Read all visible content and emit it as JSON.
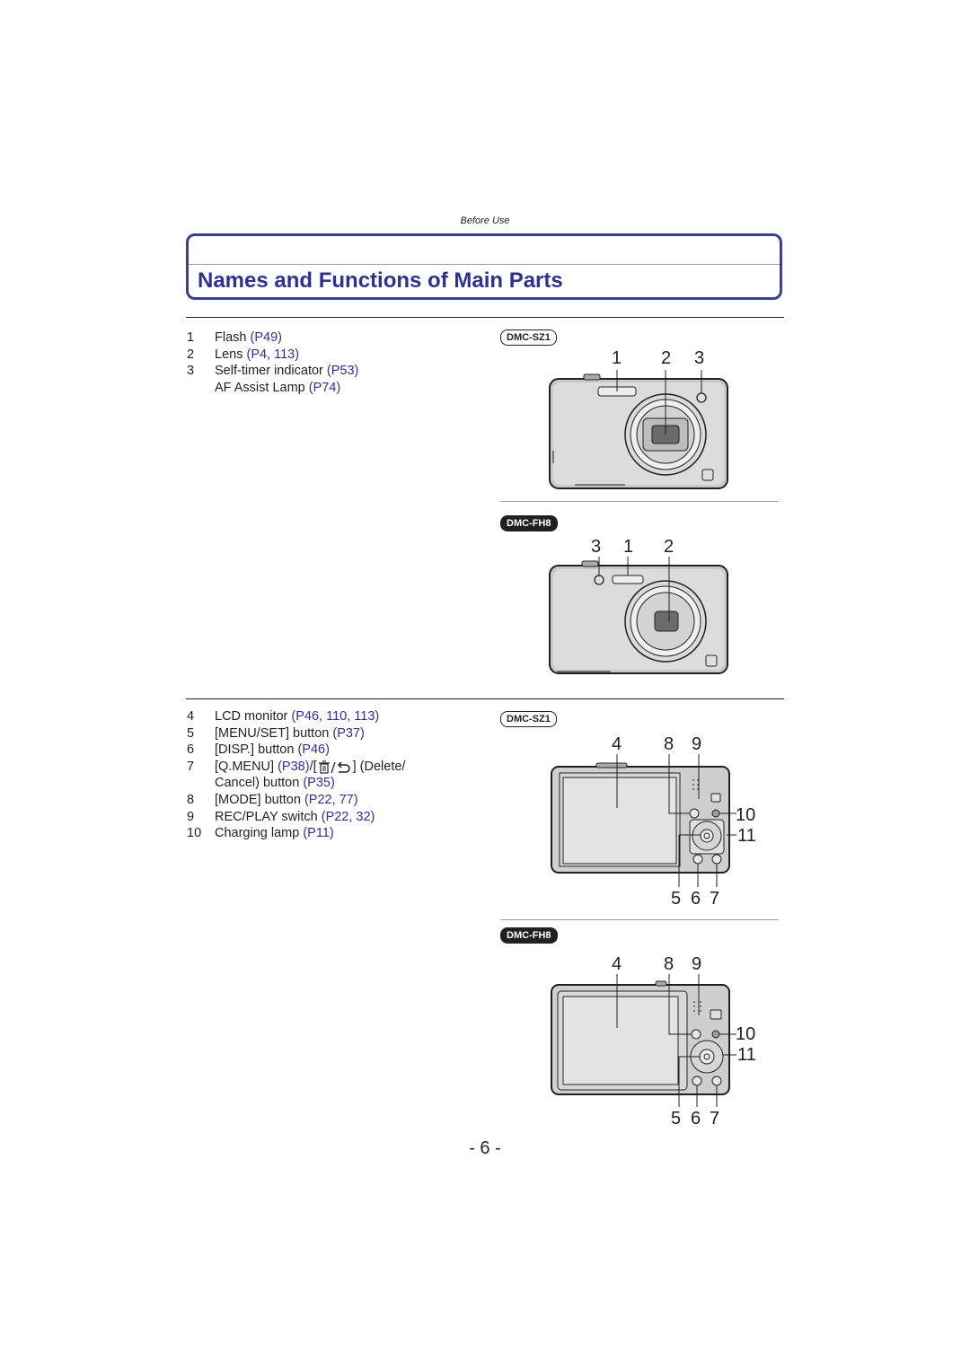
{
  "header": {
    "section_label": "Before Use"
  },
  "title": "Names and Functions of Main Parts",
  "front_items": [
    {
      "num": "1",
      "text": "Flash",
      "refs": "(P49)"
    },
    {
      "num": "2",
      "text": "Lens",
      "refs": "(P4, 113)"
    },
    {
      "num": "3",
      "text": "Self-timer indicator",
      "refs": "(P53)"
    },
    {
      "num": "",
      "text": "AF Assist Lamp",
      "refs": "(P74)"
    }
  ],
  "rear_items": [
    {
      "num": "4",
      "text": "LCD monitor",
      "refs": "(P46, 110, 113)"
    },
    {
      "num": "5",
      "text": "[MENU/SET] button",
      "refs": "(P37)"
    },
    {
      "num": "6",
      "text": "[DISP.] button",
      "refs": "(P46)"
    },
    {
      "num": "7",
      "text": "[Q.MENU]",
      "refs": "(P38)",
      "after": "] (Delete/"
    },
    {
      "num": "",
      "text": "Cancel) button",
      "refs": "(P35)"
    },
    {
      "num": "8",
      "text": "[MODE] button",
      "refs": "(P22, 77)"
    },
    {
      "num": "9",
      "text": "REC/PLAY switch",
      "refs": "(P22, 32)"
    },
    {
      "num": "10",
      "text": "Charging lamp",
      "refs": "(P11)"
    }
  ],
  "models": {
    "sz1": "DMC-SZ1",
    "fh8": "DMC-FH8"
  },
  "front_callouts": {
    "sz1": [
      "1",
      "2",
      "3"
    ],
    "fh8": [
      "3",
      "1",
      "2"
    ]
  },
  "rear_callouts": {
    "top": [
      "4",
      "8",
      "9"
    ],
    "right": [
      "10",
      "11"
    ],
    "bottom": [
      "5",
      "6",
      "7"
    ]
  },
  "page_number": "- 6 -"
}
